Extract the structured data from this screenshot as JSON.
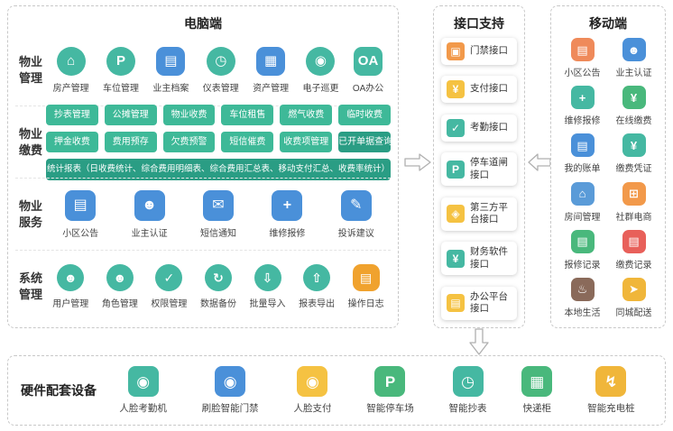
{
  "pc": {
    "title": "电脑端",
    "sections": {
      "management": {
        "label": "物业管理",
        "items": [
          {
            "label": "房产管理",
            "glyph": "⌂",
            "color": "#45b8a2",
            "shape": "circle"
          },
          {
            "label": "车位管理",
            "glyph": "P",
            "color": "#45b8a2",
            "shape": "circle"
          },
          {
            "label": "业主档案",
            "glyph": "▤",
            "color": "#4a90d9"
          },
          {
            "label": "仪表管理",
            "glyph": "◷",
            "color": "#45b8a2",
            "shape": "circle"
          },
          {
            "label": "资产管理",
            "glyph": "▦",
            "color": "#4a90d9"
          },
          {
            "label": "电子巡更",
            "glyph": "◉",
            "color": "#45b8a2",
            "shape": "circle"
          },
          {
            "label": "OA办公",
            "glyph": "OA",
            "color": "#45b8a2"
          }
        ]
      },
      "payment": {
        "label": "物业缴费",
        "buttons": [
          {
            "label": "抄表管理"
          },
          {
            "label": "公摊管理"
          },
          {
            "label": "物业收费"
          },
          {
            "label": "车位租售"
          },
          {
            "label": "燃气收费"
          },
          {
            "label": "临时收费"
          },
          {
            "label": "押金收费"
          },
          {
            "label": "费用预存"
          },
          {
            "label": "欠费预警"
          },
          {
            "label": "短信催费"
          },
          {
            "label": "收费项管理"
          },
          {
            "label": "已开单据查询",
            "variant": "dark"
          }
        ],
        "report": "统计报表（日收费统计、综合费用明细表、综合费用汇总表、移动支付汇总、收费率统计）"
      },
      "service": {
        "label": "物业服务",
        "items": [
          {
            "label": "小区公告",
            "glyph": "▤",
            "color": "#4a90d9"
          },
          {
            "label": "业主认证",
            "glyph": "☻",
            "color": "#4a90d9",
            "shape": "circle"
          },
          {
            "label": "短信通知",
            "glyph": "✉",
            "color": "#4a90d9"
          },
          {
            "label": "维修报修",
            "glyph": "+",
            "color": "#4a90d9"
          },
          {
            "label": "投诉建议",
            "glyph": "✎",
            "color": "#4a90d9"
          }
        ]
      },
      "system": {
        "label": "系统管理",
        "items": [
          {
            "label": "用户管理",
            "glyph": "☻",
            "color": "#45b8a2",
            "shape": "circle"
          },
          {
            "label": "角色管理",
            "glyph": "☻",
            "color": "#45b8a2",
            "shape": "circle"
          },
          {
            "label": "权限管理",
            "glyph": "✓",
            "color": "#45b8a2",
            "shape": "circle"
          },
          {
            "label": "数据备份",
            "glyph": "↻",
            "color": "#45b8a2",
            "shape": "circle"
          },
          {
            "label": "批量导入",
            "glyph": "⇩",
            "color": "#45b8a2",
            "shape": "circle"
          },
          {
            "label": "报表导出",
            "glyph": "⇧",
            "color": "#45b8a2",
            "shape": "circle"
          },
          {
            "label": "操作日志",
            "glyph": "▤",
            "color": "#f0a22e"
          }
        ]
      }
    }
  },
  "interface": {
    "title": "接口支持",
    "items": [
      {
        "label": "门禁接口",
        "glyph": "▣",
        "color": "#f2994a"
      },
      {
        "label": "支付接口",
        "glyph": "¥",
        "color": "#f5c242"
      },
      {
        "label": "考勤接口",
        "glyph": "✓",
        "color": "#45b8a2"
      },
      {
        "label": "停车道闸接口",
        "glyph": "P",
        "color": "#45b8a2"
      },
      {
        "label": "第三方平台接口",
        "glyph": "◈",
        "color": "#f5c242"
      },
      {
        "label": "财务软件接口",
        "glyph": "¥",
        "color": "#45b8a2"
      },
      {
        "label": "办公平台接口",
        "glyph": "▤",
        "color": "#f5c242"
      }
    ]
  },
  "mobile": {
    "title": "移动端",
    "items": [
      {
        "label": "小区公告",
        "glyph": "▤",
        "color": "#ef8a5a"
      },
      {
        "label": "业主认证",
        "glyph": "☻",
        "color": "#4a90d9"
      },
      {
        "label": "维修报修",
        "glyph": "+",
        "color": "#45b8a2"
      },
      {
        "label": "在线缴费",
        "glyph": "¥",
        "color": "#49b87c"
      },
      {
        "label": "我的账单",
        "glyph": "▤",
        "color": "#4a90d9"
      },
      {
        "label": "缴费凭证",
        "glyph": "¥",
        "color": "#45b8a2"
      },
      {
        "label": "房间管理",
        "glyph": "⌂",
        "color": "#5a9bd8"
      },
      {
        "label": "社群电商",
        "glyph": "⊞",
        "color": "#f2994a"
      },
      {
        "label": "报修记录",
        "glyph": "▤",
        "color": "#49b87c"
      },
      {
        "label": "缴费记录",
        "glyph": "▤",
        "color": "#e8605a"
      },
      {
        "label": "本地生活",
        "glyph": "♨",
        "color": "#8a6a5a"
      },
      {
        "label": "同城配送",
        "glyph": "➤",
        "color": "#f0b63a"
      }
    ]
  },
  "hardware": {
    "title": "硬件配套设备",
    "items": [
      {
        "label": "人脸考勤机",
        "glyph": "◉",
        "color": "#45b8a2"
      },
      {
        "label": "刷脸智能门禁",
        "glyph": "◉",
        "color": "#4a90d9"
      },
      {
        "label": "人脸支付",
        "glyph": "◉",
        "color": "#f5c242"
      },
      {
        "label": "智能停车场",
        "glyph": "P",
        "color": "#49b87c",
        "shape": "circle"
      },
      {
        "label": "智能抄表",
        "glyph": "◷",
        "color": "#45b8a2"
      },
      {
        "label": "快递柜",
        "glyph": "▦",
        "color": "#49b87c"
      },
      {
        "label": "智能充电桩",
        "glyph": "↯",
        "color": "#f0b63a"
      }
    ]
  }
}
